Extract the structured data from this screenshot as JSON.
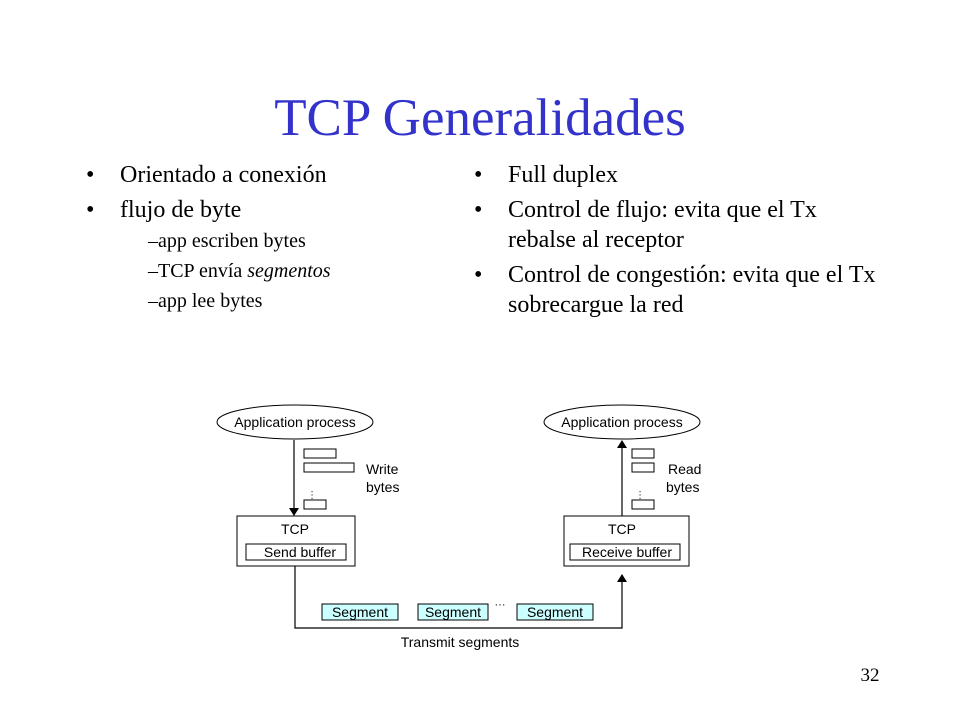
{
  "title": "TCP Generalidades",
  "left_bullets": [
    {
      "text": "Orientado a conexión"
    },
    {
      "text": "flujo de byte",
      "sub": [
        {
          "text": "app escriben bytes"
        },
        {
          "pre": "TCP envía ",
          "em": "segmentos"
        },
        {
          "text": "app lee bytes"
        }
      ]
    }
  ],
  "right_bullets": [
    {
      "line1": "Full duplex"
    },
    {
      "line1": "Control de flujo: evita que el Tx",
      "line2": "rebalse al receptor"
    },
    {
      "line1": "Control de congestión: evita que el Tx",
      "line2": "sobrecargue la red"
    }
  ],
  "bullet_glyph": "•",
  "dash_glyph": "–",
  "diagram": {
    "sender": {
      "app_process": "Application process",
      "write_label_1": "Write",
      "write_label_2": "bytes",
      "tcp_label": "TCP",
      "buffer_label": "Send buffer"
    },
    "receiver": {
      "app_process": "Application process",
      "read_label_1": "Read",
      "read_label_2": "bytes",
      "tcp_label": "TCP",
      "buffer_label": "Receive buffer"
    },
    "segments": [
      "Segment",
      "Segment",
      "Segment"
    ],
    "ellipsis": "···",
    "transmit_label": "Transmit segments",
    "segment_fill": "#ccffff"
  },
  "page_number": "32",
  "colors": {
    "title": "#3333cc"
  }
}
